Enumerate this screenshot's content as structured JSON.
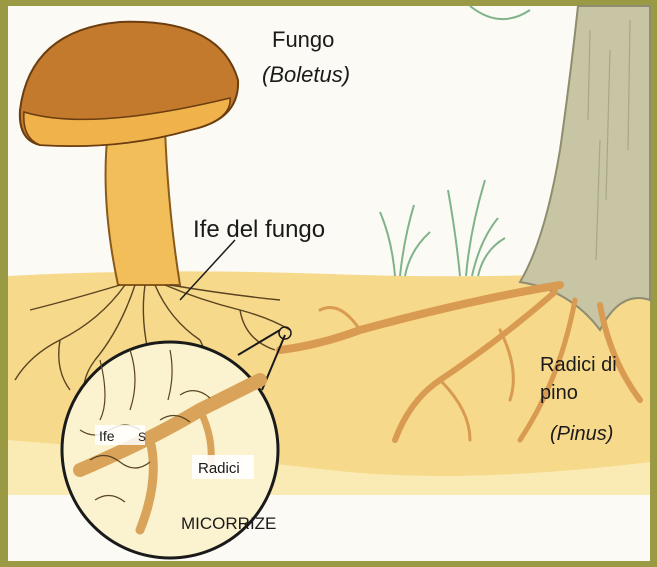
{
  "labels": {
    "fungus_name": "Fungo",
    "fungus_latin": "(Boletus)",
    "hyphae": "Ife del fungo",
    "pine_roots_line1": "Radici di",
    "pine_roots_line2": "pino",
    "pine_latin": "(Pinus)",
    "inset_hyphae": "Ife",
    "inset_s": "S",
    "inset_roots": "Radici",
    "inset_title": "MICORRIZE"
  },
  "colors": {
    "frame": "#9a9a45",
    "sky": "#fbfaf4",
    "soil": "#f6d98a",
    "soil_light": "#fbeebd",
    "cap": "#c47a2c",
    "cap_rim": "#f0b24a",
    "stem": "#f2be5a",
    "bark": "#c7c5a4",
    "root": "#d99a52",
    "hyphae": "#5a4320",
    "grass": "#7fb38a"
  }
}
